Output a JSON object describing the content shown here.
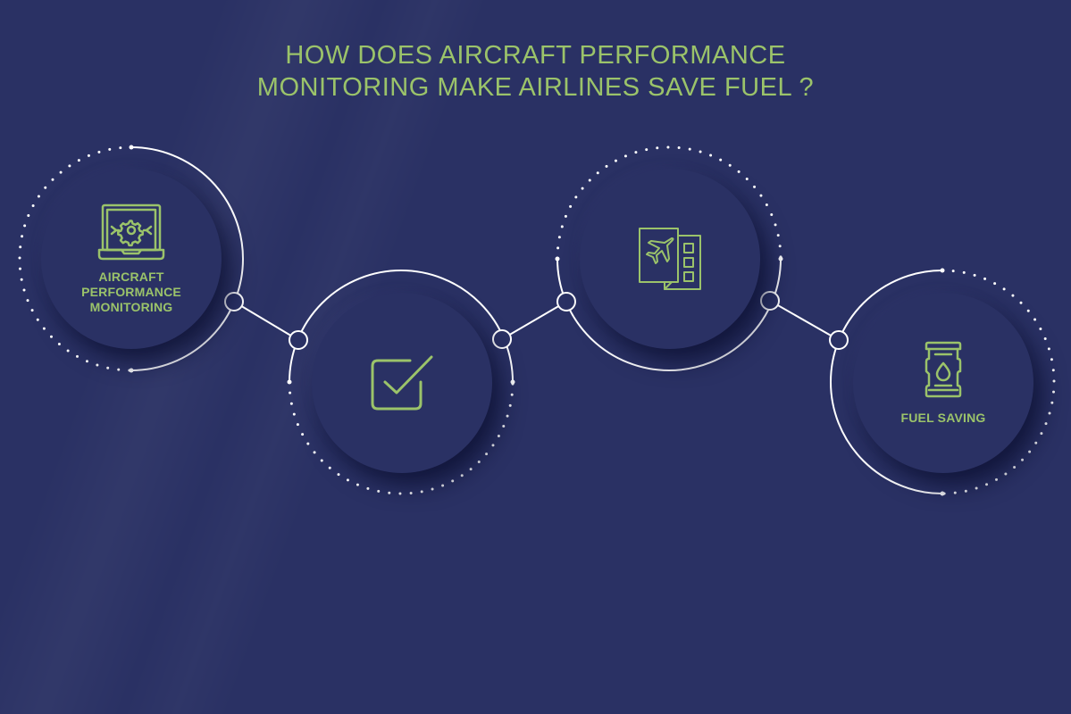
{
  "title": {
    "line1": "HOW DOES AIRCRAFT PERFORMANCE",
    "line2": "MONITORING MAKE AIRLINES SAVE FUEL ?"
  },
  "colors": {
    "background": "#2a3164",
    "accent_green": "#9bc36a",
    "connector_white": "#ffffff"
  },
  "steps": [
    {
      "id": 1,
      "icon": "laptop-gear-icon",
      "label_lines": [
        "AIRCRAFT",
        "PERFORMANCE",
        "MONITORING"
      ]
    },
    {
      "id": 2,
      "icon": "checkbox-check-icon",
      "label_lines": []
    },
    {
      "id": 3,
      "icon": "flight-document-icon",
      "label_lines": []
    },
    {
      "id": 4,
      "icon": "fuel-barrel-icon",
      "label_lines": [
        "FUEL SAVING"
      ]
    }
  ]
}
